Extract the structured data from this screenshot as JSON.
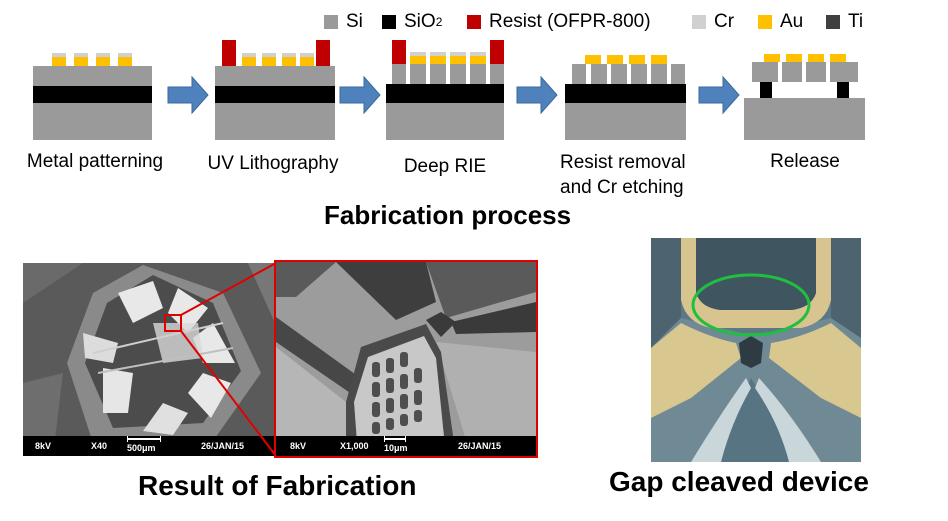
{
  "legend": [
    {
      "label": "Si",
      "sub": "",
      "color": "#9a9a9a"
    },
    {
      "label": "SiO",
      "sub": "2",
      "color": "#000000"
    },
    {
      "label": "Resist (OFPR-800)",
      "sub": "",
      "color": "#c00000"
    },
    {
      "label": "Cr",
      "sub": "",
      "color": "#d0d0d0"
    },
    {
      "label": "Au",
      "sub": "",
      "color": "#ffc000"
    },
    {
      "label": "Ti",
      "sub": "",
      "color": "#404040"
    }
  ],
  "steps": [
    {
      "label": "Metal patterning"
    },
    {
      "label": "UV Lithography"
    },
    {
      "label": "Deep RIE"
    },
    {
      "label_line1": "Resist removal",
      "label_line2": "and Cr etching"
    },
    {
      "label": "Release"
    }
  ],
  "titles": {
    "process": "Fabrication process",
    "result": "Result of Fabrication",
    "gap": "Gap cleaved device"
  },
  "sem_left": {
    "kv": "8kV",
    "mag": "X40",
    "scale": "500μm",
    "date": "26/JAN/15"
  },
  "sem_right": {
    "kv": "8kV",
    "mag": "X1,000",
    "scale": "10μm",
    "date": "26/JAN/15"
  },
  "colors": {
    "arrow": "#4f81bd",
    "zoom_box": "#e00000",
    "circle": "#1fbf3f"
  }
}
